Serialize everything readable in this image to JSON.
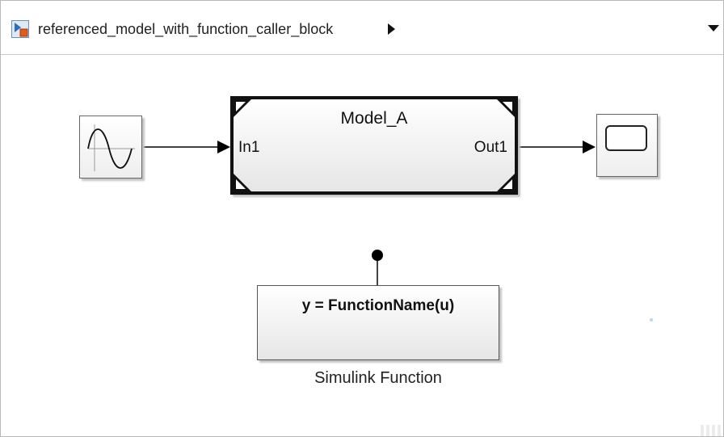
{
  "toolbar": {
    "model_icon": "simulink-model-icon",
    "breadcrumb": "referenced_model_with_function_caller_block",
    "breadcrumb_arrow_icon": "chevron-right-icon",
    "dropdown_icon": "chevron-down-icon"
  },
  "canvas": {
    "blocks": {
      "sine_wave": {
        "icon": "sine-wave-icon"
      },
      "model_reference": {
        "name": "Model_A",
        "input_port": "In1",
        "output_port": "Out1"
      },
      "scope": {
        "icon": "scope-icon"
      },
      "simulink_function": {
        "signature": "y = FunctionName(u)",
        "label": "Simulink Function",
        "trigger_icon": "function-port-dot-icon"
      }
    }
  },
  "colors": {
    "block_border": "#111111",
    "block_fill_top": "#ffffff",
    "block_fill_bottom": "#e6e6e6",
    "wire": "#000000"
  }
}
